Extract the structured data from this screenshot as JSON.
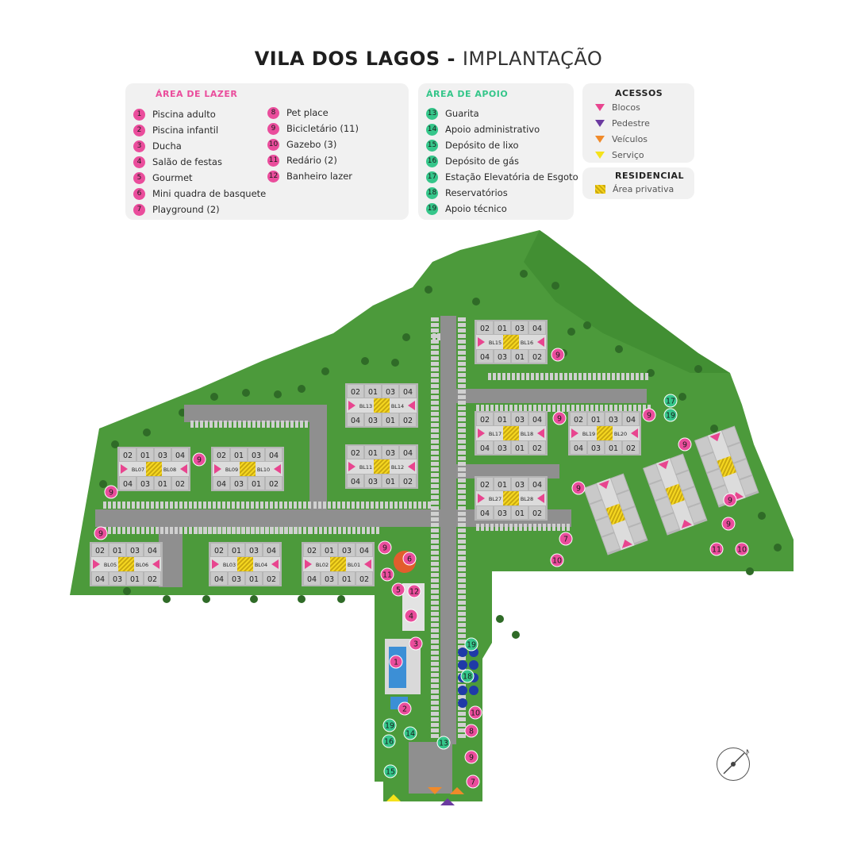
{
  "title": {
    "main": "VILA DOS LAGOS",
    "separator": " - ",
    "sub": "IMPLANTAÇÃO"
  },
  "colors": {
    "lazer": "#ea4d9c",
    "apoio": "#35c68a",
    "grass": "#4c9a3b",
    "road": "#8f8f8f",
    "building": "#c3c3c3"
  },
  "legend_lazer": {
    "heading": "ÁREA DE LAZER",
    "items": [
      {
        "n": "1",
        "label": "Piscina adulto"
      },
      {
        "n": "2",
        "label": "Piscina infantil"
      },
      {
        "n": "3",
        "label": "Ducha"
      },
      {
        "n": "4",
        "label": "Salão de festas"
      },
      {
        "n": "5",
        "label": "Gourmet"
      },
      {
        "n": "6",
        "label": "Mini quadra de basquete"
      },
      {
        "n": "7",
        "label": "Playground (2)"
      },
      {
        "n": "8",
        "label": "Pet place"
      },
      {
        "n": "9",
        "label": "Bicicletário (11)"
      },
      {
        "n": "10",
        "label": "Gazebo (3)"
      },
      {
        "n": "11",
        "label": "Redário (2)"
      },
      {
        "n": "12",
        "label": "Banheiro lazer"
      }
    ]
  },
  "legend_apoio": {
    "heading": "ÁREA DE APOIO",
    "items": [
      {
        "n": "13",
        "label": "Guarita"
      },
      {
        "n": "14",
        "label": "Apoio administrativo"
      },
      {
        "n": "15",
        "label": "Depósito de lixo"
      },
      {
        "n": "16",
        "label": "Depósito de gás"
      },
      {
        "n": "17",
        "label": "Estação Elevatória de Esgoto"
      },
      {
        "n": "18",
        "label": "Reservatórios"
      },
      {
        "n": "19",
        "label": "Apoio técnico"
      }
    ]
  },
  "legend_acessos": {
    "heading": "ACESSOS",
    "items": [
      {
        "label": "Blocos",
        "color": "#e8458f"
      },
      {
        "label": "Pedestre",
        "color": "#6b3aa0"
      },
      {
        "label": "Veículos",
        "color": "#f08a2a"
      },
      {
        "label": "Serviço",
        "color": "#f5e21b"
      }
    ]
  },
  "legend_residencial": {
    "heading": "RESIDENCIAL",
    "label": "Área privativa"
  },
  "compass": {
    "letter": "N"
  },
  "units": {
    "top": [
      "02",
      "01",
      "03",
      "04"
    ],
    "bottom": [
      "04",
      "03",
      "01",
      "02"
    ]
  },
  "blocks": [
    {
      "a": "BL15",
      "b": "BL16"
    },
    {
      "a": "BL13",
      "b": "BL14"
    },
    {
      "a": "BL17",
      "b": "BL18"
    },
    {
      "a": "BL19",
      "b": "BL20"
    },
    {
      "a": "BL07",
      "b": "BL08"
    },
    {
      "a": "BL09",
      "b": "BL10"
    },
    {
      "a": "BL11",
      "b": "BL12"
    },
    {
      "a": "BL27",
      "b": "BL28"
    },
    {
      "a": "BL05",
      "b": "BL06"
    },
    {
      "a": "BL03",
      "b": "BL04"
    },
    {
      "a": "BL02",
      "b": "BL01"
    }
  ],
  "markers": [
    {
      "n": "9",
      "t": "lazer"
    },
    {
      "n": "9",
      "t": "lazer"
    },
    {
      "n": "9",
      "t": "lazer"
    },
    {
      "n": "9",
      "t": "lazer"
    },
    {
      "n": "9",
      "t": "lazer"
    },
    {
      "n": "9",
      "t": "lazer"
    },
    {
      "n": "9",
      "t": "lazer"
    },
    {
      "n": "9",
      "t": "lazer"
    },
    {
      "n": "9",
      "t": "lazer"
    },
    {
      "n": "9",
      "t": "lazer"
    },
    {
      "n": "9",
      "t": "lazer"
    },
    {
      "n": "17",
      "t": "apoio"
    },
    {
      "n": "19",
      "t": "apoio"
    },
    {
      "n": "6",
      "t": "lazer"
    },
    {
      "n": "11",
      "t": "lazer"
    },
    {
      "n": "5",
      "t": "lazer"
    },
    {
      "n": "12",
      "t": "lazer"
    },
    {
      "n": "4",
      "t": "lazer"
    },
    {
      "n": "3",
      "t": "lazer"
    },
    {
      "n": "1",
      "t": "lazer"
    },
    {
      "n": "2",
      "t": "lazer"
    },
    {
      "n": "19",
      "t": "apoio"
    },
    {
      "n": "18",
      "t": "apoio"
    },
    {
      "n": "10",
      "t": "lazer"
    },
    {
      "n": "8",
      "t": "lazer"
    },
    {
      "n": "19",
      "t": "apoio"
    },
    {
      "n": "14",
      "t": "apoio"
    },
    {
      "n": "16",
      "t": "apoio"
    },
    {
      "n": "13",
      "t": "apoio"
    },
    {
      "n": "9",
      "t": "lazer"
    },
    {
      "n": "15",
      "t": "apoio"
    },
    {
      "n": "7",
      "t": "lazer"
    },
    {
      "n": "7",
      "t": "lazer"
    },
    {
      "n": "10",
      "t": "lazer"
    },
    {
      "n": "11",
      "t": "lazer"
    },
    {
      "n": "10",
      "t": "lazer"
    }
  ]
}
